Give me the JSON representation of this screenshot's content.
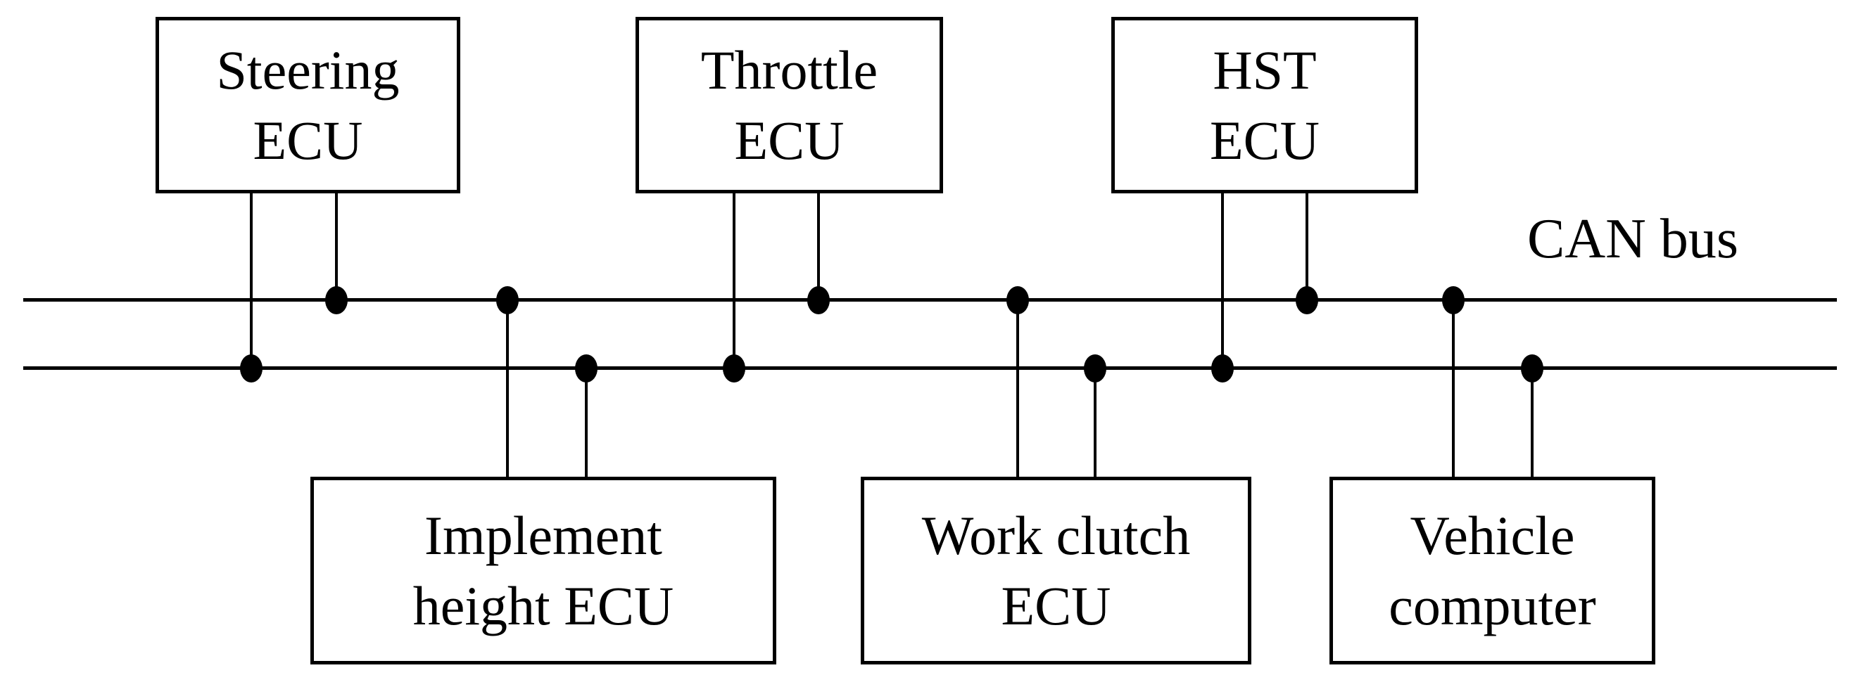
{
  "page": {
    "background_color": "#ffffff",
    "ink_color": "#000000"
  },
  "diagram": {
    "bus_label": "CAN bus",
    "bus_line_count": 2,
    "junction_dot_count": 12,
    "nodes": [
      {
        "id": "steering-ecu",
        "row": "top",
        "line1": "Steering",
        "line2": "ECU"
      },
      {
        "id": "throttle-ecu",
        "row": "top",
        "line1": "Throttle",
        "line2": "ECU"
      },
      {
        "id": "hst-ecu",
        "row": "top",
        "line1": "HST",
        "line2": "ECU"
      },
      {
        "id": "implement-height-ecu",
        "row": "bottom",
        "line1": "Implement",
        "line2": "height ECU"
      },
      {
        "id": "work-clutch-ecu",
        "row": "bottom",
        "line1": "Work clutch",
        "line2": "ECU"
      },
      {
        "id": "vehicle-computer",
        "row": "bottom",
        "line1": "Vehicle",
        "line2": "computer"
      }
    ]
  }
}
